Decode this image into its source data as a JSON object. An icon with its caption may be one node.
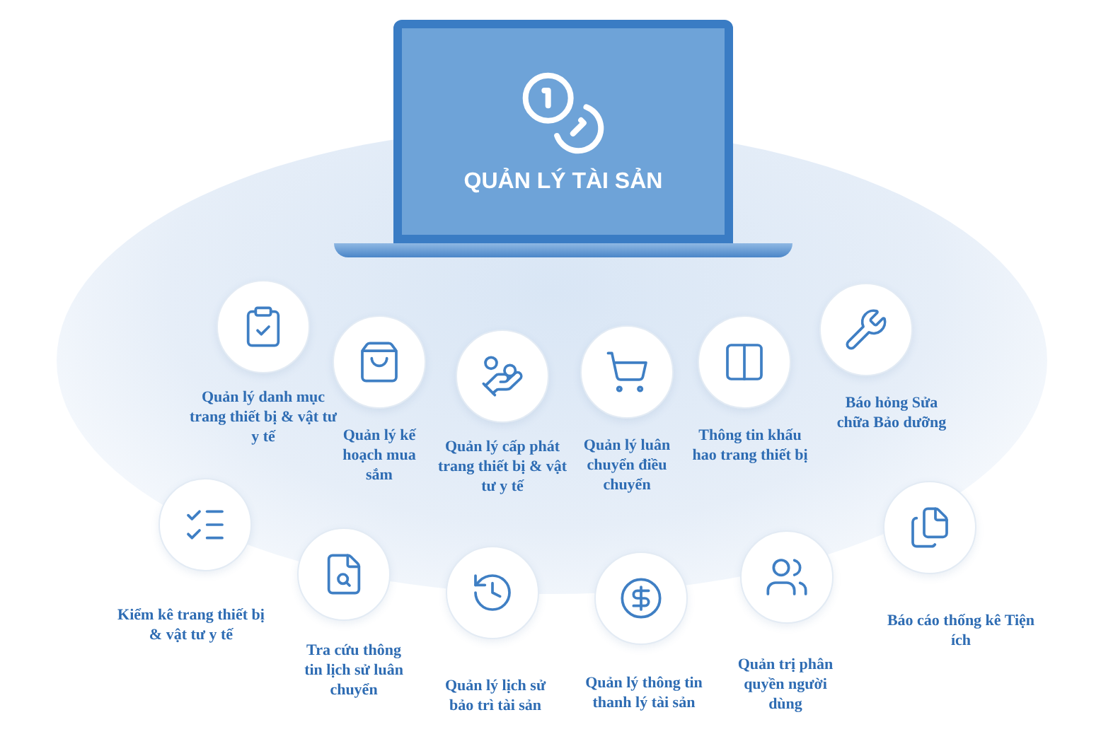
{
  "diagram": {
    "nodes": [
      {
        "text": [
          "QUẢN LÝ TÀI SẢN"
        ]
      },
      {
        "text": [
          "Quản lý danh mục trang thiết bị & vật tư y tế"
        ]
      },
      {
        "text": [
          "Quản lý kế hoạch mua sắm"
        ]
      },
      {
        "text": [
          "Quản lý cấp phát trang thiết bị & vật tư y tế"
        ]
      },
      {
        "text": [
          "Quản lý luân chuyển điều chuyển"
        ]
      },
      {
        "text": [
          "Thông tin khấu hao trang thiết bị"
        ]
      },
      {
        "text": [
          "Báo hỏng Sửa chữa Bảo dưỡng"
        ]
      },
      {
        "text": [
          "Kiểm kê trang thiết bị & vật tư y tế"
        ]
      },
      {
        "text": [
          "Tra cứu thông tin lịch sử luân chuyển"
        ]
      },
      {
        "text": [
          "Quản lý lịch sử bảo trì tài sản"
        ]
      },
      {
        "text": [
          "Quản lý thông tin thanh lý tài sản"
        ]
      },
      {
        "text": [
          "Quản trị phân quyền người dùng"
        ]
      },
      {
        "text": [
          "Báo cáo thống kê Tiện ích"
        ]
      }
    ]
  }
}
